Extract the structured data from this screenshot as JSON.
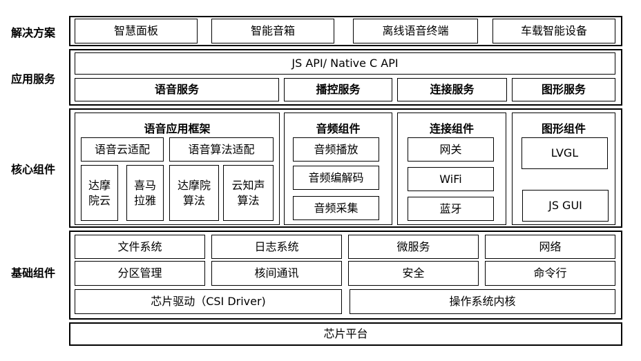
{
  "layers": {
    "solutions": {
      "label": "解决方案",
      "items": [
        "智慧面板",
        "智能音箱",
        "离线语音终端",
        "车载智能设备"
      ]
    },
    "app_services": {
      "label": "应用服务",
      "api": "JS API/  Native C API",
      "items": [
        "语音服务",
        "播控服务",
        "连接服务",
        "图形服务"
      ]
    },
    "core": {
      "label": "核心组件",
      "voice_framework": {
        "title": "语音应用框架",
        "cloud": "语音云适配",
        "algo": "语音算法适配",
        "vendors": [
          "达摩\n院云",
          "喜马\n拉雅",
          "达摩院\n算法",
          "云知声\n算法"
        ]
      },
      "audio": {
        "title": "音频组件",
        "items": [
          "音频播放",
          "音频编解码",
          "音频采集"
        ]
      },
      "connect": {
        "title": "连接组件",
        "items": [
          "网关",
          "WiFi",
          "蓝牙"
        ]
      },
      "graphics": {
        "title": "图形组件",
        "items": [
          "LVGL",
          "JS GUI"
        ]
      }
    },
    "base": {
      "label": "基础组件",
      "row1": [
        "文件系统",
        "日志系统",
        "微服务",
        "网络"
      ],
      "row2": [
        "分区管理",
        "核间通讯",
        "安全",
        "命令行"
      ],
      "row3": [
        "芯片驱动（CSI Driver)",
        "操作系统内核"
      ]
    },
    "chip": {
      "label": "芯片平台"
    }
  }
}
